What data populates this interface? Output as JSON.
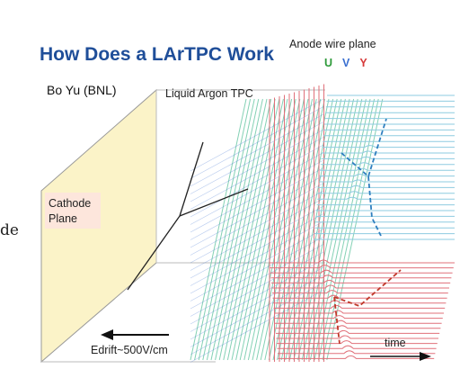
{
  "title": "How Does a LArTPC Work",
  "author": "Bo Yu (BNL)",
  "tpc_label": "Liquid Argon TPC",
  "anode_label": "Anode wire plane",
  "planes": [
    {
      "letter": "U",
      "color": "#2e9a3a"
    },
    {
      "letter": "V",
      "color": "#3a6fd0"
    },
    {
      "letter": "Y",
      "color": "#d63a3a"
    }
  ],
  "cathode_label_line1": "Cathode",
  "cathode_label_line2": "Plane",
  "cut_text": "de",
  "edrift_label": "Edrift~500V/cm",
  "time_label": "time",
  "colors": {
    "title": "#1f4e99",
    "cathode_fill": "#fbf3c8",
    "cathode_label_bg": "#fde6dc",
    "wire_green": "#6fc9a8",
    "wire_red": "#e0707a",
    "wire_blue": "#8ecbe0",
    "signal_blue": "#2f7fbf",
    "signal_red": "#c0392b"
  }
}
